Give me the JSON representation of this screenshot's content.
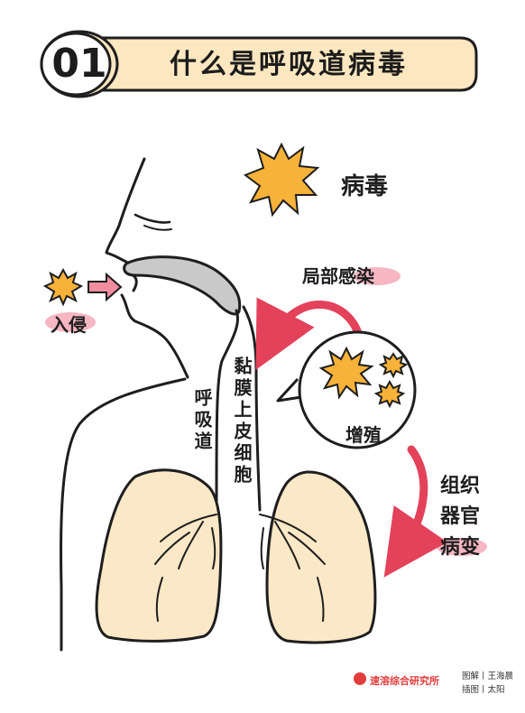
{
  "header": {
    "number": "01",
    "title": "什么是呼吸道病毒"
  },
  "labels": {
    "virus": "病毒",
    "invade": "入侵",
    "local_infection": "局部感染",
    "proliferate": "增殖",
    "respiratory_tract": "呼吸道",
    "mucosal_epithelial_cells": "黏膜上皮细胞",
    "tissue_organ_lesion_line1": "组织",
    "tissue_organ_lesion_line2": "器官",
    "tissue_organ_lesion_line3": "病变"
  },
  "footer": {
    "brand": "速溶综合研究所",
    "credit_graphic": "图解丨王海晨",
    "credit_illustration": "插图丨太阳"
  },
  "colors": {
    "header_fill": "#fde7c0",
    "lung_fill": "#fbe8c7",
    "virus_fill": "#f7b23a",
    "pink_highlight": "#f6b6c2",
    "arrow_red": "#e3425a",
    "gray_fill": "#c9c9c9",
    "outline": "#1e1e1e"
  },
  "icons": {
    "virus_large": "virus-icon",
    "virus_small": "virus-icon",
    "arrow": "arrow-icon"
  }
}
